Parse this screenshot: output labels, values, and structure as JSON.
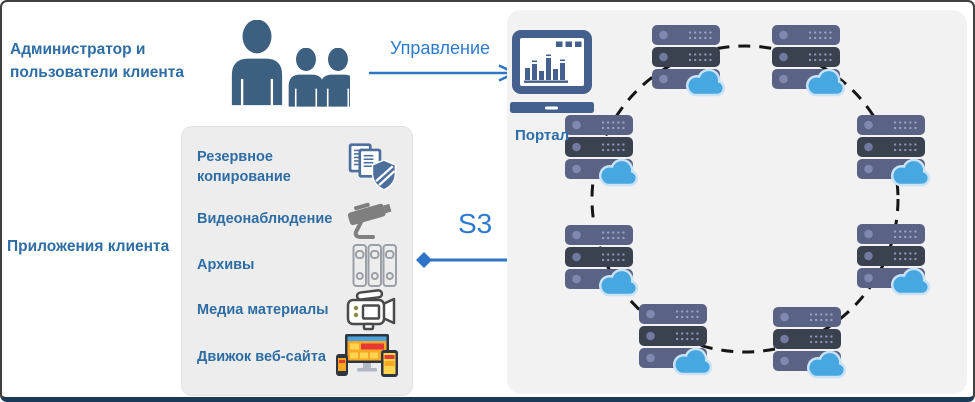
{
  "left_column": {
    "admin_users_label": "Администратор и пользователи клиента",
    "client_apps_label": "Приложения клиента"
  },
  "flows": {
    "management": {
      "label": "Управление",
      "direction": "right"
    },
    "s3": {
      "label": "S3",
      "direction": "both"
    }
  },
  "apps": {
    "items": [
      {
        "label": "Резервное копирование",
        "icon": "backup-documents-shield-icon"
      },
      {
        "label": "Видеонаблюдение",
        "icon": "cctv-camera-icon"
      },
      {
        "label": "Архивы",
        "icon": "archive-binders-icon"
      },
      {
        "label": "Медиа материалы",
        "icon": "video-camera-icon"
      },
      {
        "label": "Движок веб-сайта",
        "icon": "responsive-website-icon"
      }
    ]
  },
  "portal": {
    "label": "Портал",
    "icon": "portal-monitor-chart-icon"
  },
  "storage_ring": {
    "node_count": 8,
    "node_icon": "server-rack-with-cloud-icon"
  },
  "colors": {
    "heading_blue": "#2E6DA4",
    "flow_blue": "#2E7AD0",
    "arrow_blue": "#2E74C7",
    "panel_gray": "#F2F2F2",
    "apps_box_gray": "#EDEDED",
    "people_blue": "#3D6081",
    "portal_steel": "#44608C",
    "server_light": "#5A6285",
    "server_dark": "#3A4250",
    "cloud_blue": "#47A7E0",
    "ring_dash_black": "#151515",
    "bottom_bar_navy": "#1B3A57"
  }
}
